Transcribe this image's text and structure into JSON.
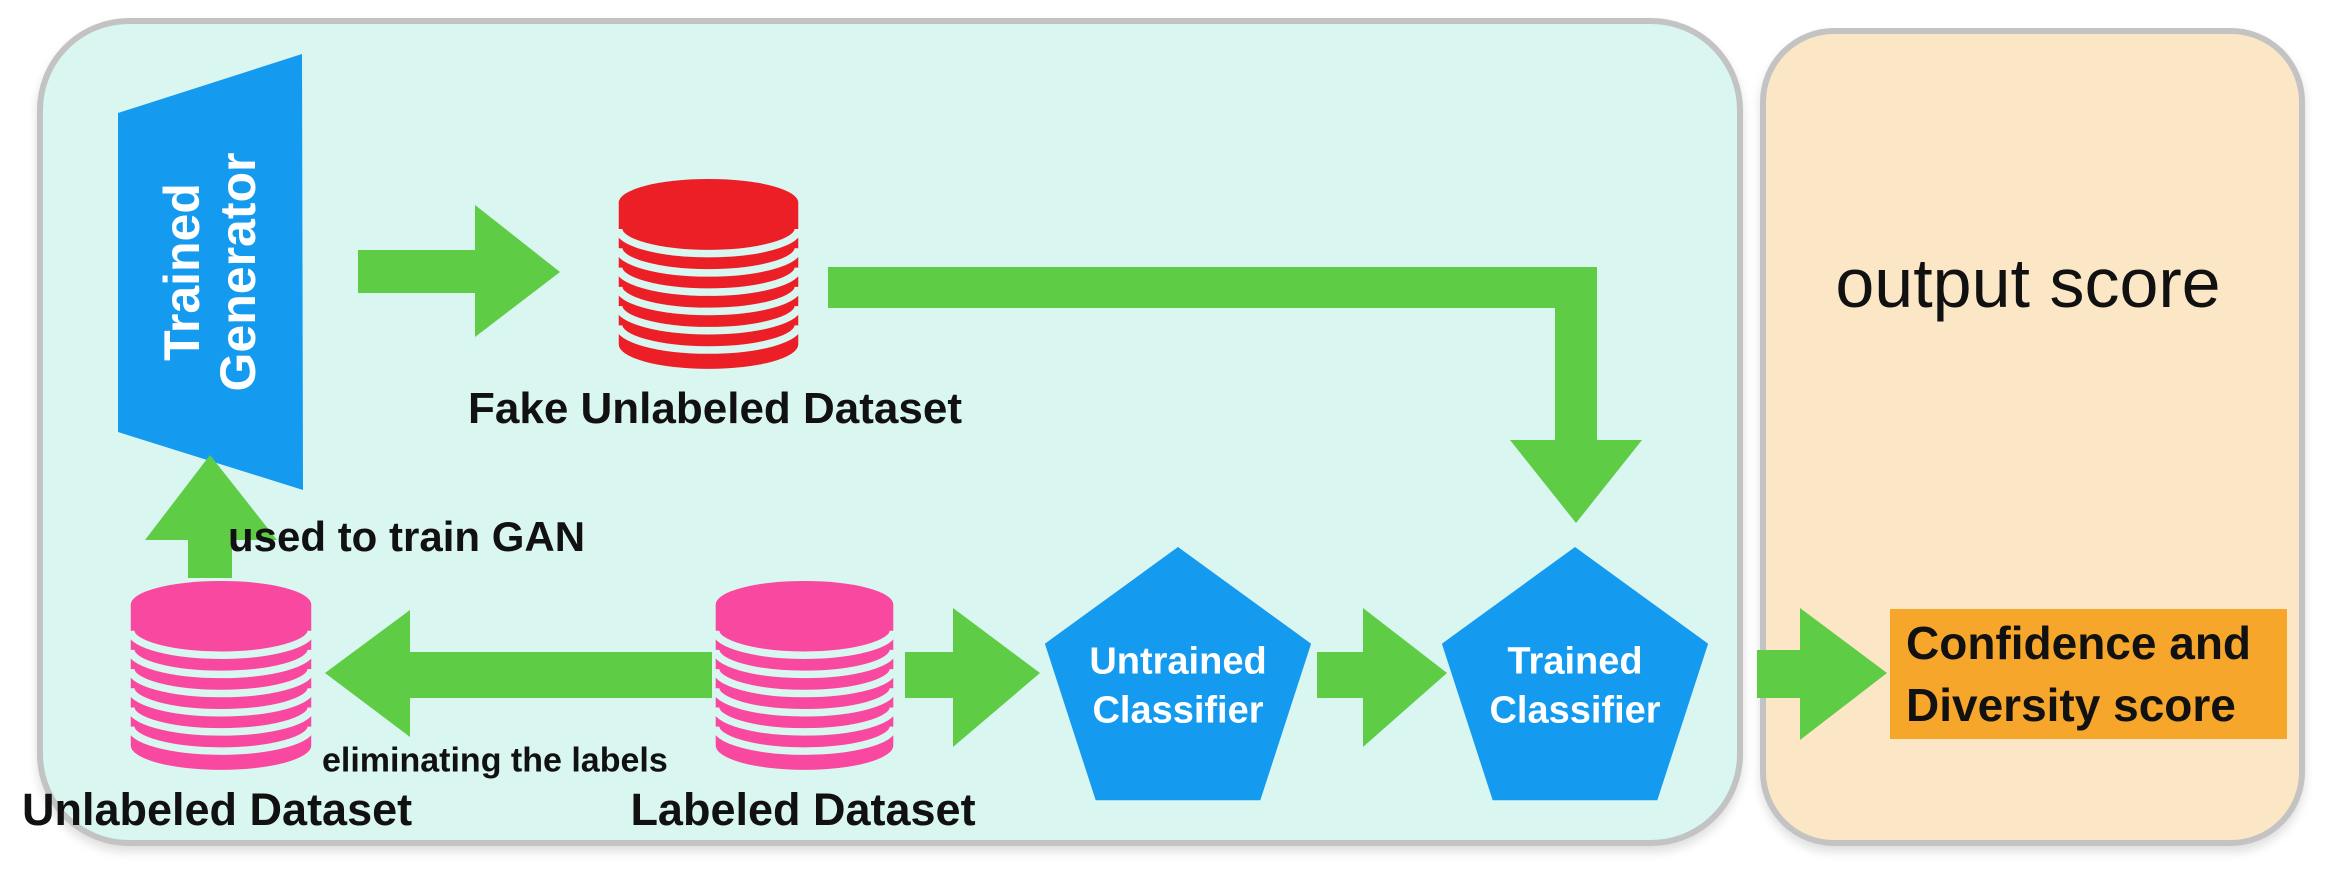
{
  "colors": {
    "process_panel_bg": "#d9f6f1",
    "output_panel_bg": "#fbe7c6",
    "panel_border_gray": "#c3c3c3",
    "arrow_green": "#5ecc45",
    "shape_blue": "#149bef",
    "fake_dataset_red": "#ec1f27",
    "real_dataset_pink": "#f9489f",
    "score_highlight_orange": "#f6a62b",
    "text_black": "#111111",
    "text_white": "#ffffff"
  },
  "gan_panel": {
    "trained_generator": {
      "line1": "Trained",
      "line2": "Generator"
    },
    "fake_dataset_label": "Fake Unlabeled Dataset",
    "used_to_train_label": "used to train GAN",
    "unlabeled_dataset_label": "Unlabeled Dataset",
    "eliminating_label": "eliminating the labels",
    "labeled_dataset_label": "Labeled Dataset",
    "untrained_classifier": {
      "line1": "Untrained",
      "line2": "Classifier"
    },
    "trained_classifier": {
      "line1": "Trained",
      "line2": "Classifier"
    }
  },
  "output_panel": {
    "title": "output score",
    "score_box": {
      "line1": "Confidence and",
      "line2": "Diversity score"
    }
  }
}
